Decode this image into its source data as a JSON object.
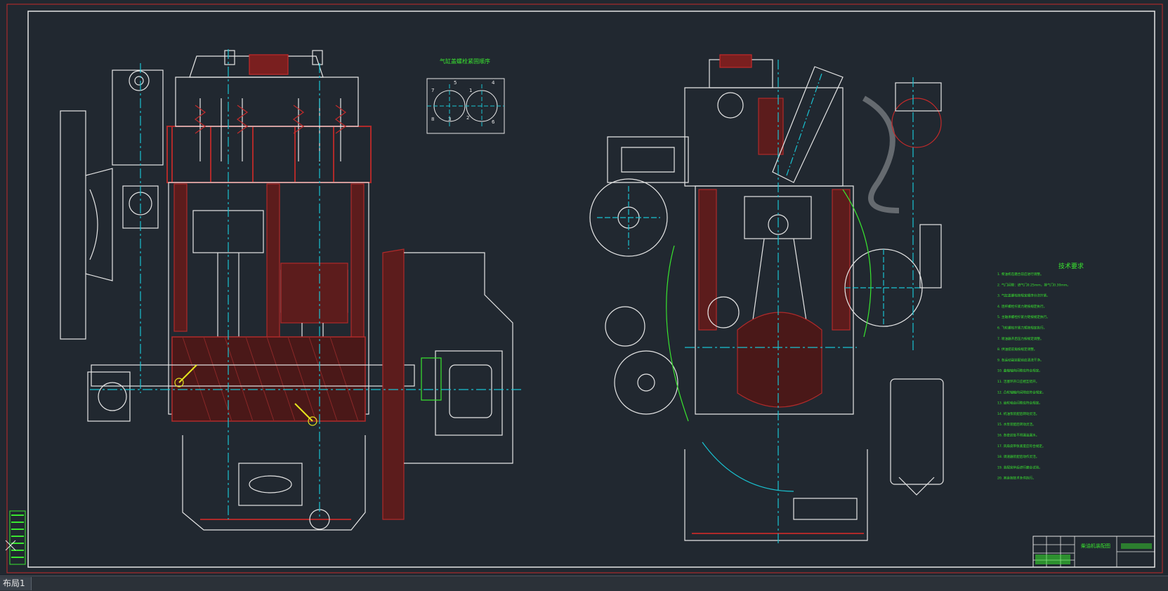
{
  "colors": {
    "background": "#212830",
    "frame": "#c42a2a",
    "section": "#b02a2a",
    "outline": "#e6e6e6",
    "centerline": "#19c3d2",
    "notes": "#39e62f",
    "yellow": "#e6e61e"
  },
  "drawing": {
    "valve_diagram_title": "气缸盖螺栓紧固顺序",
    "bolt_numbers": [
      "7",
      "5",
      "1",
      "4",
      "8",
      "3",
      "2",
      "6"
    ],
    "notes_title": "技术要求",
    "notes": [
      "1. 柴油机在磨合前应进行调整。",
      "2. 气门间隙：进气门0.25mm，排气门0.30mm。",
      "3. 气缸盖螺栓按规定顺序分次拧紧。",
      "4. 连杆螺栓拧紧力矩按规定执行。",
      "5. 主轴承螺栓拧紧力矩按规定执行。",
      "6. 飞轮螺栓拧紧力矩按规定执行。",
      "7. 喷油器开启压力按规定调整。",
      "8. 供油提前角按规定调整。",
      "9. 各运动副装配前应清洗干净。",
      "10. 曲轴轴向间隙应符合规定。",
      "11. 活塞环开口应相互错开。",
      "12. 凸轮轴轴向间隙应符合规定。",
      "13. 齿轮啮合间隙应符合规定。",
      "14. 机油泵装配后转动灵活。",
      "15. 水泵装配后转动灵活。",
      "16. 各密封处不得漏油漏水。",
      "17. 风扇皮带张紧度应符合规定。",
      "18. 调速器装配后动作灵活。",
      "19. 装配完毕后进行磨合试验。",
      "20. 其余按技术条件执行。"
    ],
    "title_block_name": "柴油机装配图"
  },
  "tab": {
    "label": "布局1"
  }
}
